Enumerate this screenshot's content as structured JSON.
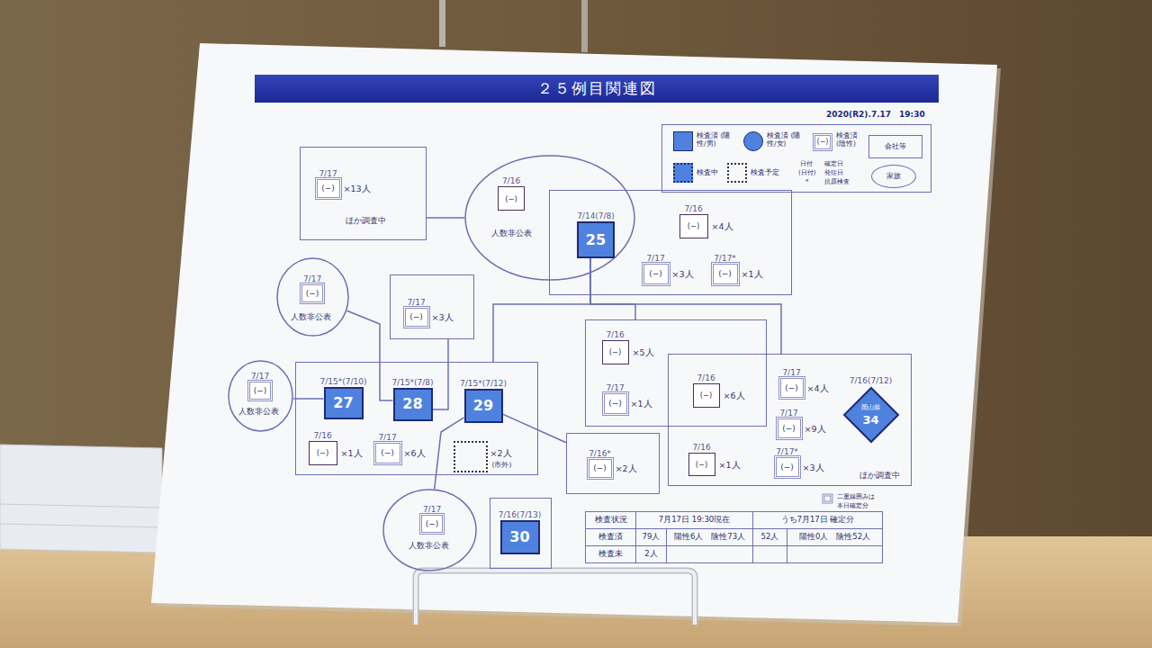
{
  "diagram": {
    "title": "２５例目関連図",
    "nodes": [
      {
        "text": [
          "ほか調査中"
        ]
      },
      {
        "text": [
          "7/17",
          "(−)",
          "×13人"
        ],
        "in": 0
      },
      {
        "text": [
          "人数非公表"
        ]
      },
      {
        "text": [
          "7/16",
          "(−)"
        ],
        "in": 2
      },
      {
        "text": []
      },
      {
        "text": [
          "7/14(7/8)",
          "25"
        ],
        "in": 2
      },
      {
        "text": [
          "7/16",
          "(−)",
          "×4人"
        ],
        "in": 4
      },
      {
        "text": [
          "7/17",
          "(−)",
          "×3人"
        ],
        "in": 4
      },
      {
        "text": [
          "7/17*",
          "(−)",
          "×1人"
        ],
        "in": 4
      },
      {
        "text": [
          "人数非公表"
        ]
      },
      {
        "text": [
          "7/17",
          "(−)"
        ],
        "in": 9
      },
      {
        "text": []
      },
      {
        "text": [
          "7/17",
          "(−)",
          "×3人"
        ],
        "in": 11
      },
      {
        "text": [
          "人数非公表"
        ]
      },
      {
        "text": [
          "7/17",
          "(−)"
        ],
        "in": 13
      },
      {
        "text": []
      },
      {
        "text": [
          "7/15*(7/10)",
          "27"
        ],
        "in": 15
      },
      {
        "text": [
          "7/15*(7/8)",
          "28"
        ],
        "in": 15
      },
      {
        "text": [
          "7/15*(7/12)",
          "29"
        ],
        "in": 15
      },
      {
        "text": [
          "7/16",
          "(−)",
          "×1人"
        ],
        "in": 15
      },
      {
        "text": [
          "7/17",
          "(−)",
          "×6人"
        ],
        "in": 15
      },
      {
        "text": [
          "×2人",
          "(市外)"
        ],
        "in": 15
      },
      {
        "text": [
          "人数非公表"
        ]
      },
      {
        "text": [
          "7/17",
          "(−)"
        ],
        "in": 22
      },
      {
        "text": []
      },
      {
        "text": [
          "7/16(7/13)",
          "30"
        ],
        "in": 24
      },
      {
        "text": []
      },
      {
        "text": [
          "7/16*",
          "(−)",
          "×2人"
        ],
        "in": 26
      },
      {
        "text": []
      },
      {
        "text": [
          "7/16",
          "(−)",
          "×5人"
        ],
        "in": 28
      },
      {
        "text": [
          "7/17",
          "(−)",
          "×1人"
        ],
        "in": 28
      },
      {
        "text": [
          "7/16",
          "(−)",
          "×6人"
        ],
        "in": 28
      },
      {
        "text": [
          "ほか調査中"
        ]
      },
      {
        "text": [
          "7/17",
          "(−)",
          "×4人"
        ],
        "in": 32
      },
      {
        "text": [
          "7/17",
          "(−)",
          "×9人"
        ],
        "in": 32
      },
      {
        "text": [
          "7/17*",
          "(−)",
          "×3人"
        ],
        "in": 32
      },
      {
        "text": [
          "7/16",
          "(−)",
          "×1人"
        ],
        "in": 32
      },
      {
        "text": [
          "7/16(7/12)",
          "岡山県",
          "34"
        ],
        "in": 32
      }
    ],
    "edges": [
      {
        "from": 0,
        "to": 2,
        "arrow": "none"
      },
      {
        "from": 5,
        "to": 15,
        "arrow": "none"
      },
      {
        "from": 5,
        "to": 28,
        "arrow": "none"
      },
      {
        "from": 5,
        "to": 32,
        "arrow": "none"
      },
      {
        "from": 9,
        "to": 17,
        "arrow": "none"
      },
      {
        "from": 11,
        "to": 17,
        "arrow": "none"
      },
      {
        "from": 13,
        "to": 16,
        "arrow": "none"
      },
      {
        "from": 18,
        "to": 26,
        "arrow": "none"
      },
      {
        "from": 18,
        "to": 22,
        "arrow": "none"
      }
    ],
    "labels": [
      "2020(R2).7.17　19:30",
      "(−)",
      "日付",
      "(日付)",
      "*",
      "確定日",
      "発症日",
      "抗原検査",
      "二重線囲みは 本日確定分",
      "検査状況",
      "7月17日 19:30現在",
      "うち7月17日 確定分",
      "検査済",
      "79人",
      "陽性6人　陰性73人",
      "52人",
      "陽性0人　陰性52人",
      "検査未",
      "2人"
    ],
    "legend": [
      {
        "text": "検査済 (陽性/男)",
        "color": "#4f82de"
      },
      {
        "text": "検査済 (陽性/女)",
        "color": "#4f82de"
      },
      {
        "text": "検査済 (陰性)"
      },
      {
        "text": "会社等"
      },
      {
        "text": "検査中",
        "color": "#4f82de"
      },
      {
        "text": "検査予定"
      },
      {
        "text": "家族"
      }
    ]
  }
}
